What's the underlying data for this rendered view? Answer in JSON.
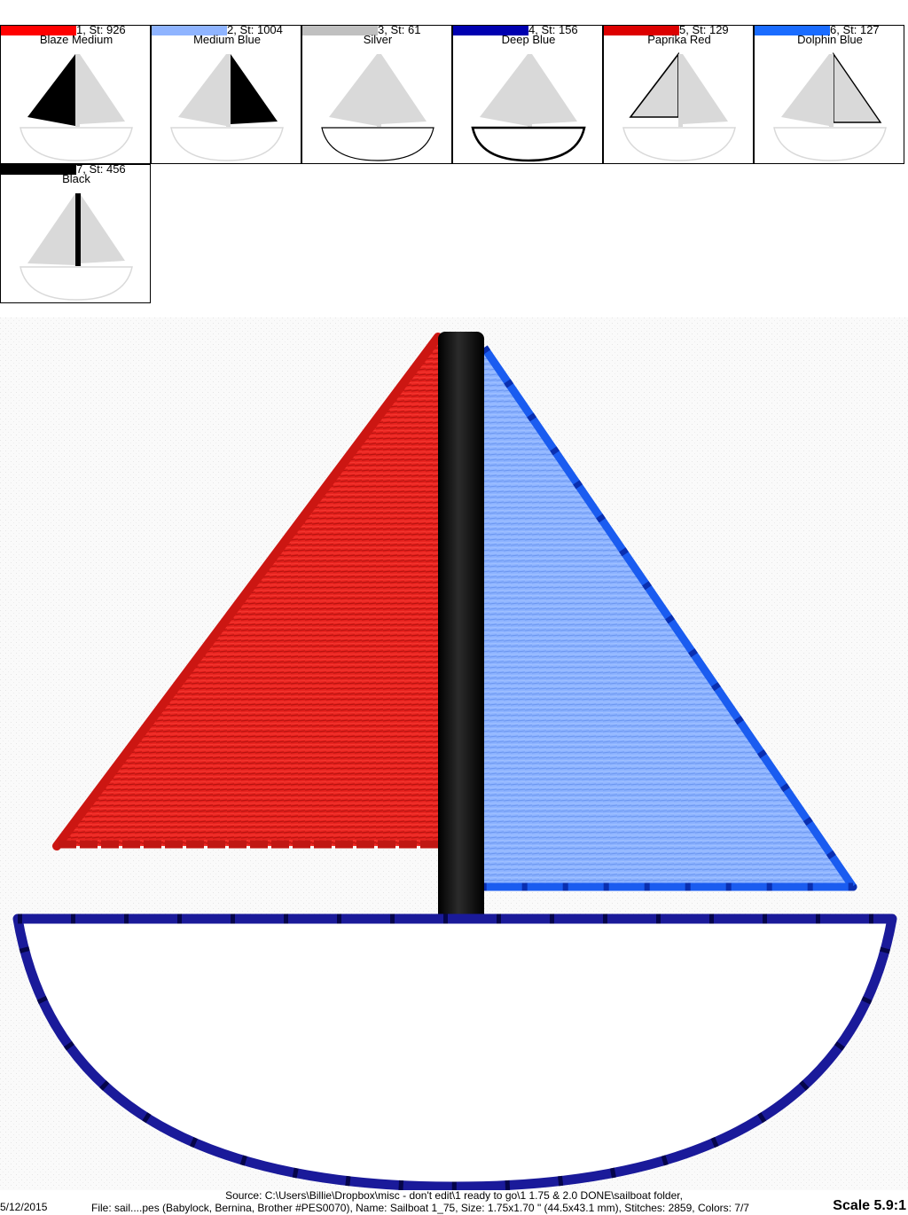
{
  "colors": {
    "red": "#e8231f",
    "light_blue": "#8db3ff",
    "mast_black": "#111111",
    "hull_blue": "#1a1a9a",
    "outline_blue": "#1a5cf0",
    "gray": "#dcdcdc"
  },
  "swatches": [
    {
      "num": "1, St: 926",
      "name": "Blaze Medium",
      "color": "#ff0000",
      "highlight": "left-sail-fill"
    },
    {
      "num": "2, St: 1004",
      "name": "Medium Blue",
      "color": "#8fb4ff",
      "highlight": "right-sail-fill"
    },
    {
      "num": "3, St: 61",
      "name": "Silver",
      "color": "#c0c0c0",
      "highlight": "hull-thin"
    },
    {
      "num": "4, St: 156",
      "name": "Deep Blue",
      "color": "#0000b0",
      "highlight": "hull-thick"
    },
    {
      "num": "5, St: 129",
      "name": "Paprika Red",
      "color": "#dd0000",
      "highlight": "left-sail-outline"
    },
    {
      "num": "6, St: 127",
      "name": "Dolphin Blue",
      "color": "#1a6cff",
      "highlight": "right-sail-outline"
    },
    {
      "num": "7, St: 456",
      "name": "Black",
      "color": "#000000",
      "highlight": "mast"
    }
  ],
  "footer": {
    "date": "5/12/2015",
    "source": "Source: C:\\Users\\Billie\\Dropbox\\misc - don't edit\\1 ready to go\\1 1.75 & 2.0 DONE\\sailboat folder,",
    "file": "File: sail....pes (Babylock, Bernina, Brother #PES0070), Name: Sailboat 1_75, Size: 1.75x1.70 \" (44.5x43.1 mm), Stitches: 2859, Colors: 7/7",
    "scale": "Scale 5.9:1"
  }
}
